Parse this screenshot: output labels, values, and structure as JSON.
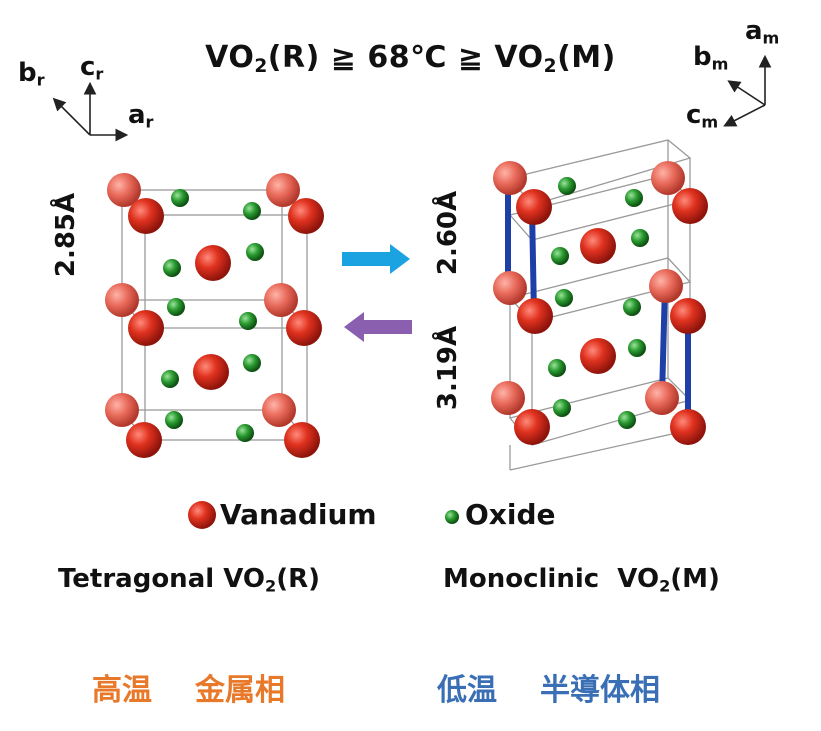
{
  "title": {
    "prefix": "VO",
    "sub1": "2",
    "mid": "(R) ≧ 68℃ ≧ VO",
    "sub2": "2",
    "suffix": "(M)"
  },
  "axes_rutile": {
    "b": "b",
    "b_sub": "r",
    "c": "c",
    "c_sub": "r",
    "a": "a",
    "a_sub": "r"
  },
  "axes_monoclinic": {
    "a": "a",
    "a_sub": "m",
    "b": "b",
    "b_sub": "m",
    "c": "c",
    "c_sub": "m"
  },
  "distances": {
    "rutile": "2.85Å",
    "mono_short": "2.60Å",
    "mono_long": "3.19Å"
  },
  "legend": {
    "vanadium": "Vanadium",
    "oxide": "Oxide"
  },
  "captions": {
    "left_prefix": "Tetragonal VO",
    "left_sub": "2",
    "left_suffix": "(R)",
    "right_prefix": "Monoclinic  VO",
    "right_sub": "2",
    "right_suffix": "(M)"
  },
  "japanese": {
    "left_a": "高温",
    "left_b": "金属相",
    "right_a": "低温",
    "right_b": "半導体相"
  },
  "colors": {
    "vanadium": "#d42a1e",
    "oxide": "#1f8a2a",
    "bond": "#1f3fa8",
    "arrow_right": "#1aa3e0",
    "arrow_left": "#8a5fb0",
    "label_orange": "#e8792a",
    "label_blue": "#3a6fb5"
  }
}
